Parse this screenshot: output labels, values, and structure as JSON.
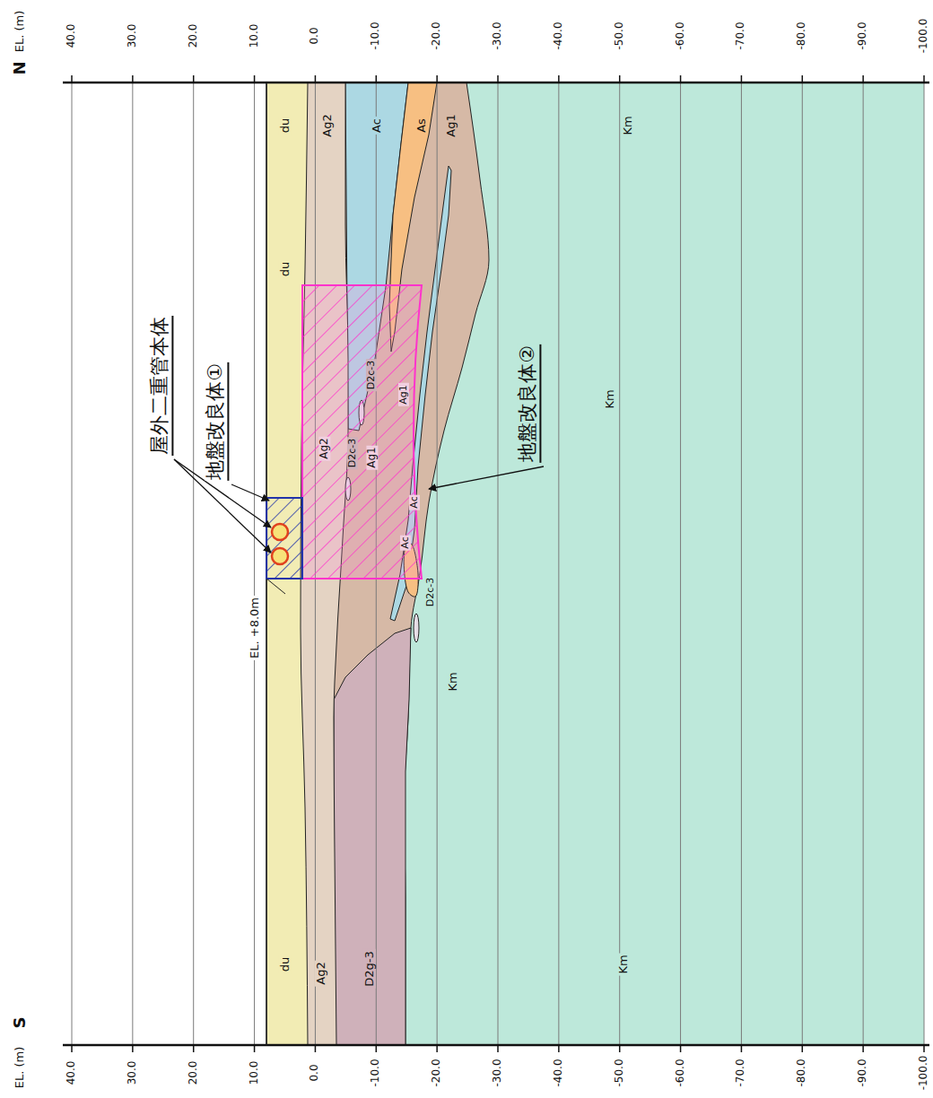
{
  "diagram": {
    "labels": [
      "40.0",
      "30.0",
      "20.0",
      "10.0",
      "0.0",
      "-10.0",
      "-20.0",
      "-30.0",
      "-40.0",
      "-50.0",
      "-60.0",
      "-70.0",
      "-80.0",
      "-90.0",
      "-100.0",
      "40.0",
      "30.0",
      "20.0",
      "10.0",
      "0.0",
      "-10.0",
      "-20.0",
      "-30.0",
      "-40.0",
      "-50.0",
      "-60.0",
      "-70.0",
      "-80.0",
      "-90.0",
      "-100.0",
      "EL. (m)",
      "N",
      "EL. (m)",
      "S",
      "du",
      "du",
      "du",
      "Ag2",
      "Ag2",
      "Ac",
      "As",
      "Ag1",
      "Km",
      "Km",
      "Km",
      "Km",
      "D2g-3",
      "D2c-3",
      "D2c-3",
      "D2c-3",
      "Ag2",
      "Ag1",
      "Ag1",
      "Ac",
      "Ac",
      "EL. +8.0m",
      "屋外二重管本体",
      "地盤改良体①",
      "地盤改良体②"
    ]
  }
}
